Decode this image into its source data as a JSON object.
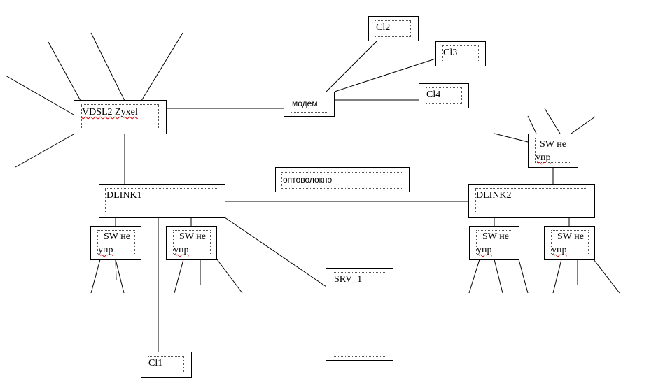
{
  "diagram": {
    "nodes": {
      "vdsl": "VDSL2 Zyxel",
      "modem": "модем",
      "cl2": "Cl2",
      "cl3": "Cl3",
      "cl4": "Cl4",
      "optic": "оптоволокно",
      "dlink1": "DLINK1",
      "dlink2": "DLINK2",
      "sw_top_right": {
        "line1": "SW не",
        "line2": "упр"
      },
      "sw1": {
        "line1": "SW не",
        "line2": "упр"
      },
      "sw2": {
        "line1": "SW не",
        "line2": "упр"
      },
      "sw3": {
        "line1": "SW не",
        "line2": "упр"
      },
      "sw4": {
        "line1": "SW не",
        "line2": "упр"
      },
      "srv": "SRV_1",
      "cl1": "Cl1"
    }
  }
}
